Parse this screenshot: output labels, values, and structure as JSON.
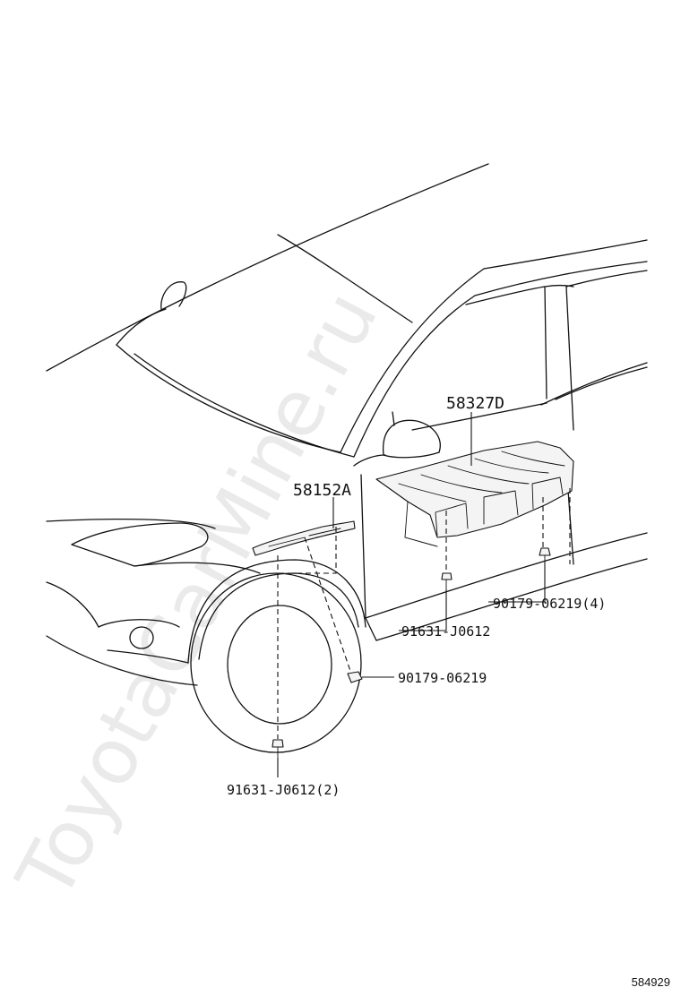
{
  "watermark": "ToyotaCarMine.ru",
  "diagram_id": "584929",
  "callouts": {
    "p58327D": "58327D",
    "p58152A": "58152A",
    "p90179_4": "90179-06219(4)",
    "p91631": "91631-J0612",
    "p90179": "90179-06219",
    "p91631_2": "91631-J0612(2)"
  }
}
